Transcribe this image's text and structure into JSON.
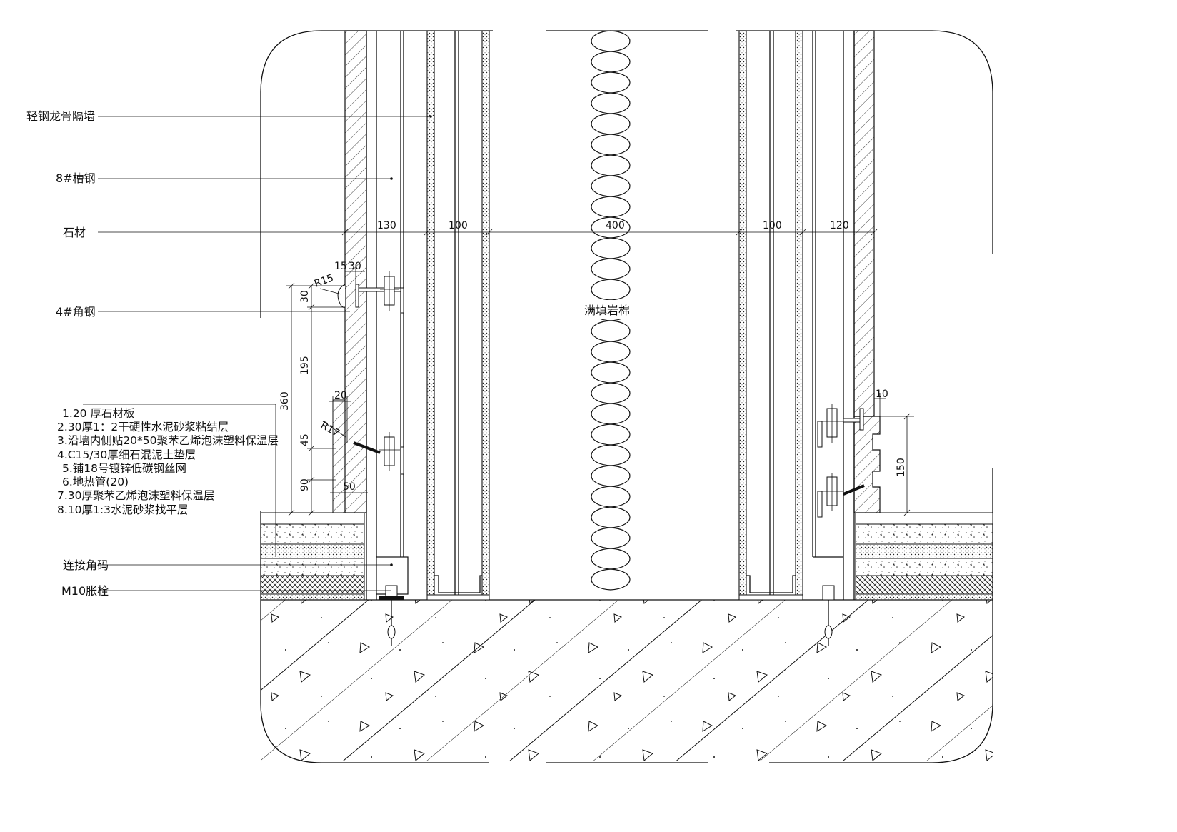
{
  "leaders": {
    "light_steel_partition": "轻钢龙骨隔墙",
    "channel_steel": "8#槽钢",
    "stone": "石材",
    "angle_steel": "4#角钢",
    "connecting_angle": "连接角码",
    "expansion_bolt": "M10胀栓"
  },
  "insulation_label": "满填岩棉",
  "floor_notes": [
    "1.20  厚石材板",
    "2.30厚1：2干硬性水泥砂浆粘结层",
    "3.沿墙内侧贴20*50聚苯乙烯泡沫塑料保温层",
    "4.C15/30厚细石混泥土垫层",
    "5.铺18号镀锌低碳钢丝网",
    "6.地热管(20)",
    "7.30厚聚苯乙烯泡沫塑料保温层",
    "8.10厚1:3水泥砂浆找平层"
  ],
  "dimensions": {
    "top_row": [
      "130",
      "100",
      "400",
      "100",
      "120"
    ],
    "left_vertical": [
      "360",
      "30",
      "195",
      "45",
      "90"
    ],
    "left_small": [
      "15",
      "30",
      "20",
      "50"
    ],
    "radii": [
      "R15",
      "R17"
    ],
    "right_vertical": [
      "150"
    ],
    "right_small": [
      "10"
    ]
  }
}
